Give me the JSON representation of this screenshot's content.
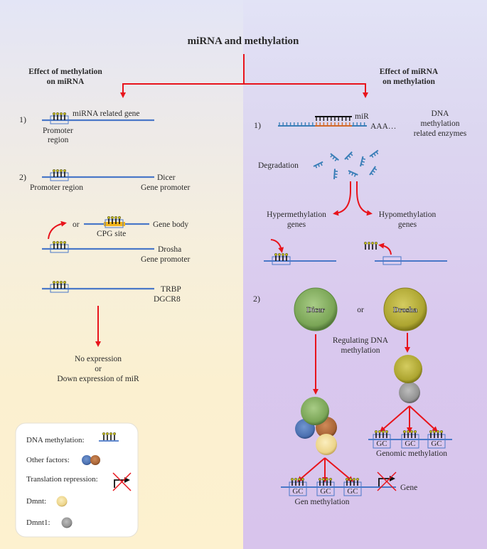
{
  "title": "miRNA and methylation",
  "left_branch": {
    "heading_line1": "Effect of methylation",
    "heading_line2": "on miRNA",
    "item1": {
      "number": "1)",
      "gene_label": "miRNA related gene",
      "region_line1": "Promoter",
      "region_line2": "region"
    },
    "item2": {
      "number": "2)",
      "region_label": "Promoter region",
      "dicer_line1": "Dicer",
      "dicer_line2": "Gene promoter",
      "or_label": "or",
      "cpg_label": "CPG site",
      "gene_body_label": "Gene body",
      "drosha_line1": "Drosha",
      "drosha_line2": "Gene promoter",
      "trbp_line1": "TRBP",
      "trbp_line2": "DGCR8"
    },
    "outcome_line1": "No expression",
    "outcome_line2": "or",
    "outcome_line3": "Down expression of miR"
  },
  "legend": {
    "items": [
      {
        "label": "DNA methylation:",
        "icon": "dna-methylation-icon"
      },
      {
        "label": "Other factors:",
        "icon": "other-factors-icon"
      },
      {
        "label": "Translation repression:",
        "icon": "translation-repression-icon"
      },
      {
        "label": "Dmnt:",
        "icon": "dmnt-icon"
      },
      {
        "label": "Dmnt1:",
        "icon": "dmnt1-icon"
      }
    ]
  },
  "right_branch": {
    "heading_line1": "Effect of miRNA",
    "heading_line2": "on methylation",
    "item1": {
      "number": "1)",
      "mir_label": "miR",
      "polya_label": "AAA…",
      "enzymes_line1": "DNA",
      "enzymes_line2": "methylation",
      "enzymes_line3": "related enzymes",
      "degradation_label": "Degradation",
      "hyper_line1": "Hypermethylation",
      "hyper_line2": "genes",
      "hypo_line1": "Hypomethylation",
      "hypo_line2": "genes"
    },
    "item2": {
      "number": "2)",
      "dicer_label": "Dicer",
      "or_label": "or",
      "drosha_label": "Drosha",
      "regulating_line1": "Regulating DNA",
      "regulating_line2": "methylation",
      "gc_label": "GC",
      "genomic_label": "Genomic methylation",
      "gen_label": "Gen methylation",
      "gene_label": "Gene"
    }
  },
  "colors": {
    "arrow": "#e8141c",
    "dna_line": "#4a78c8",
    "methyl_dot": "#c8c01a",
    "cpg_highlight": "#f2b51c",
    "mirna_blue": "#3b7fb8",
    "mirna_orange": "#d26a2a",
    "dicer_green": "#86b060",
    "drosha_yellow": "#b8b03a",
    "factor_blue": "#4f75b5",
    "factor_brown": "#b06a3c",
    "dmnt_cream": "#f2dc9a",
    "dmnt1_gray": "#9a9a9a"
  }
}
